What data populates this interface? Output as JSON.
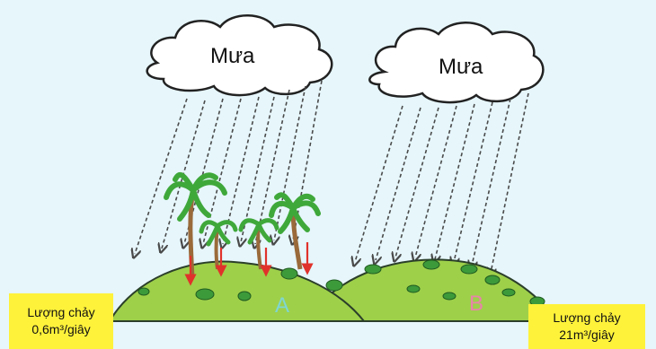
{
  "clouds": {
    "left_label": "Mưa",
    "right_label": "Mưa"
  },
  "hills": {
    "left_label": "A",
    "right_label": "B",
    "left_label_color": "#7fd6d2",
    "right_label_color": "#e884a8",
    "hill_color": "#9ed04a",
    "ground_line_color": "#2b3f2a"
  },
  "runoff": {
    "left_line1": "Lượng chảy",
    "left_line2": "0,6m³/giây",
    "right_line1": "Lượng chảy",
    "right_line2": "21m³/giây",
    "box_color": "#fff23a"
  },
  "colors": {
    "sky": "#e6f6fb",
    "rain": "#4a4a4a",
    "infiltration_arrow": "#e0322b",
    "palm_leaf": "#3fa83a",
    "palm_trunk": "#9a6a3a",
    "bush": "#3d9a3a"
  }
}
